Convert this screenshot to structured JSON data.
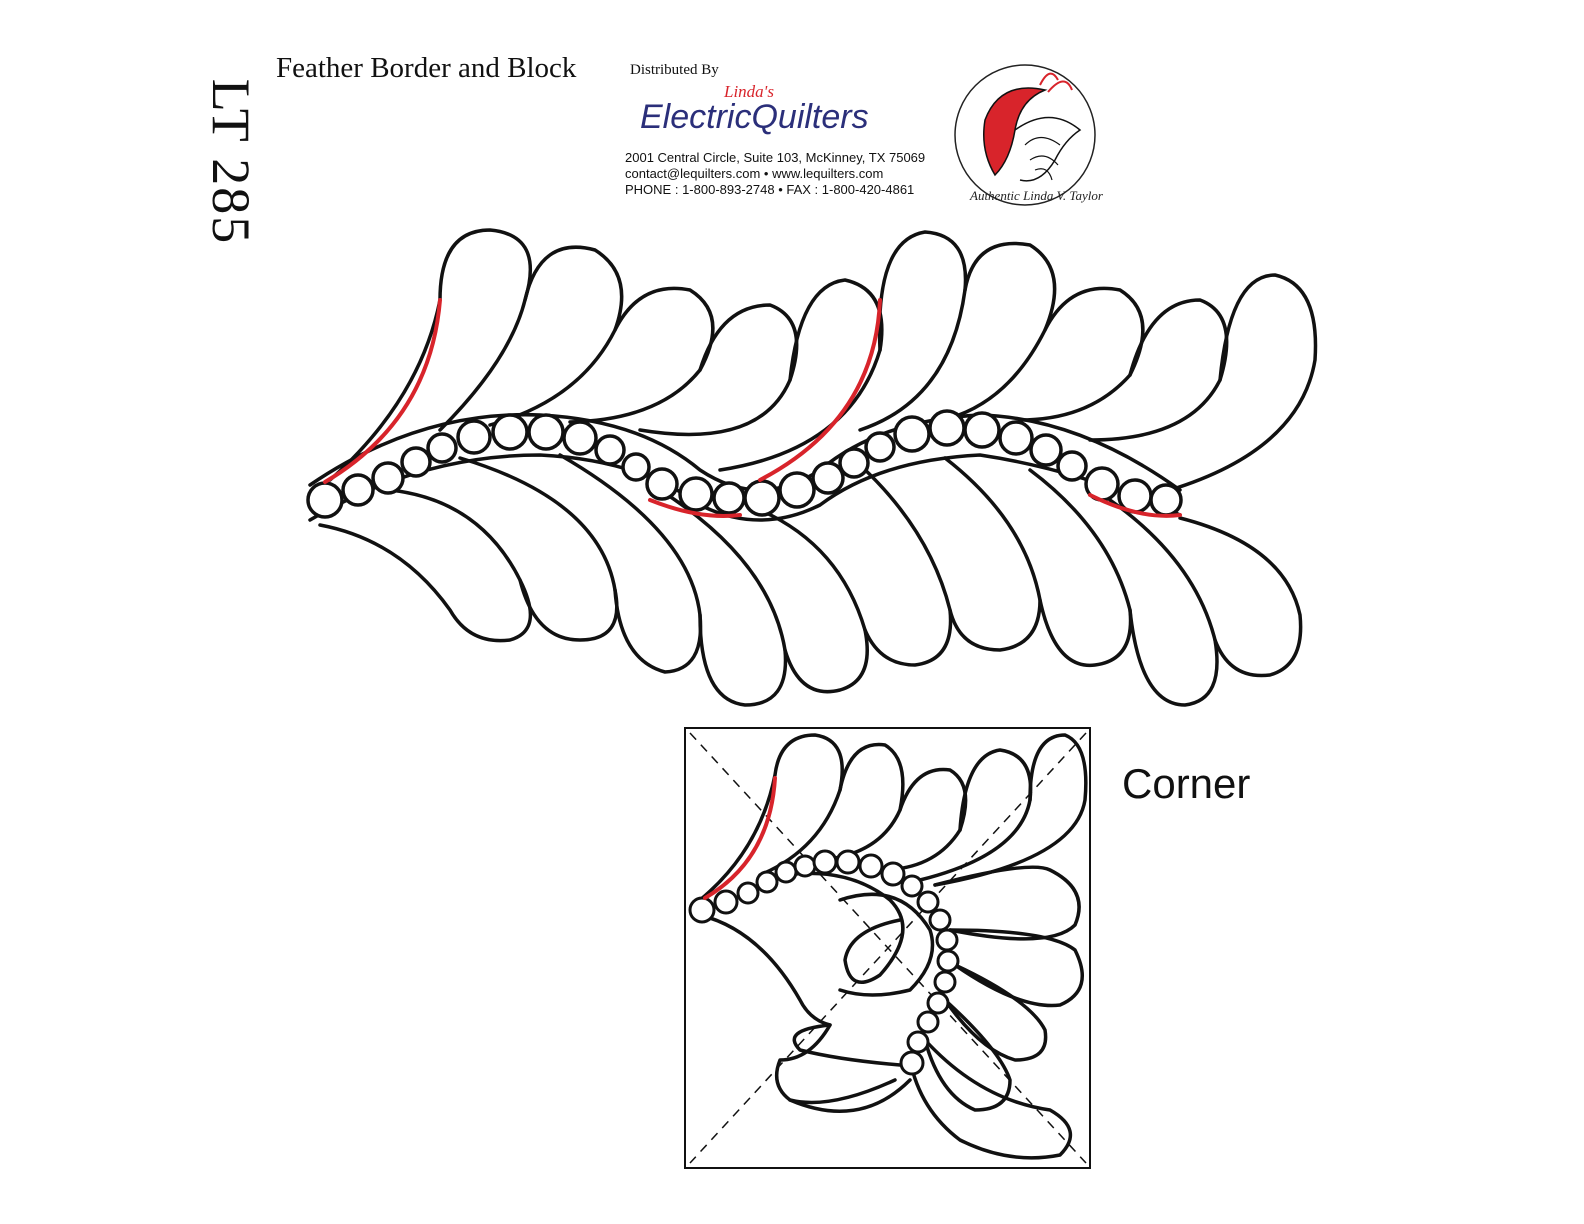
{
  "header": {
    "code": "LT 285",
    "title": "Feather Border and Block",
    "distributed_by": "Distributed By",
    "brand_small": "Linda's",
    "brand": "ElectricQuilters",
    "address_line1": "2001 Central Circle, Suite 103, McKinney, TX 75069",
    "address_line2": "contact@lequilters.com • www.lequilters.com",
    "address_line3": "PHONE : 1-800-893-2748 • FAX : 1-800-420-4861"
  },
  "logo": {
    "seal_text": "Authentic Linda V. Taylor",
    "accent_color": "#d8242b"
  },
  "corner": {
    "label": "Corner"
  },
  "colors": {
    "line": "#111111",
    "start_marker": "#d8242b"
  }
}
